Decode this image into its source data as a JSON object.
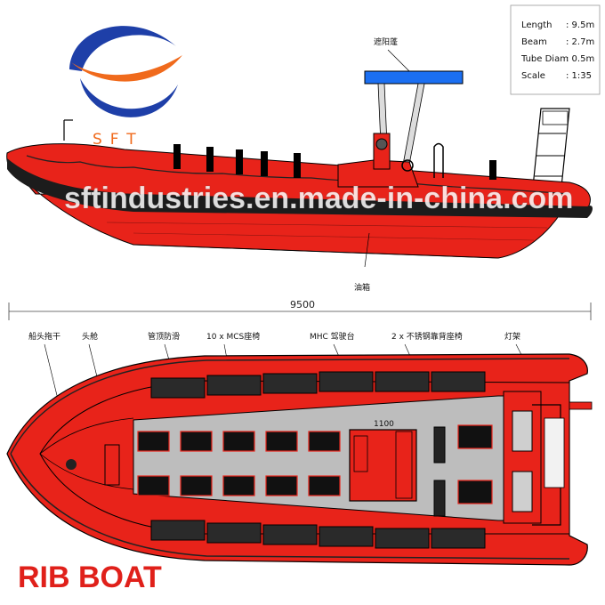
{
  "logo": {
    "text": "SFT"
  },
  "specs": [
    {
      "label": "Length",
      "value": ": 9.5m"
    },
    {
      "label": "Beam",
      "value": ": 2.7m"
    },
    {
      "label": "Tube Diam",
      "value": ": 0.5m"
    },
    {
      "label": "Scale",
      "value": ": 1:35"
    }
  ],
  "labels": {
    "sunshade": "遮阳蓬",
    "fuel_tank": "油箱",
    "overall_length": "9500",
    "bow_tow": "船头拖干",
    "bow_cabin": "头舱",
    "tube_guard": "管顶防滑",
    "mcs_seats": "10 x MCS座椅",
    "console": "MHC 驾驶台",
    "ss_seats": "2 x 不锈钢靠背座椅",
    "light_frame": "灯架",
    "console_dim": "1100"
  },
  "watermark": "sftindustries.en.made-in-china.com",
  "title": "RIB BOAT",
  "colors": {
    "hull_red": "#e8231a",
    "tube_dark": "#1c1c1c",
    "deck_grey": "#bdbdbd",
    "title_red": "#e0201a",
    "logo_blue": "#1e3fa8",
    "logo_orange": "#f06a1c"
  }
}
